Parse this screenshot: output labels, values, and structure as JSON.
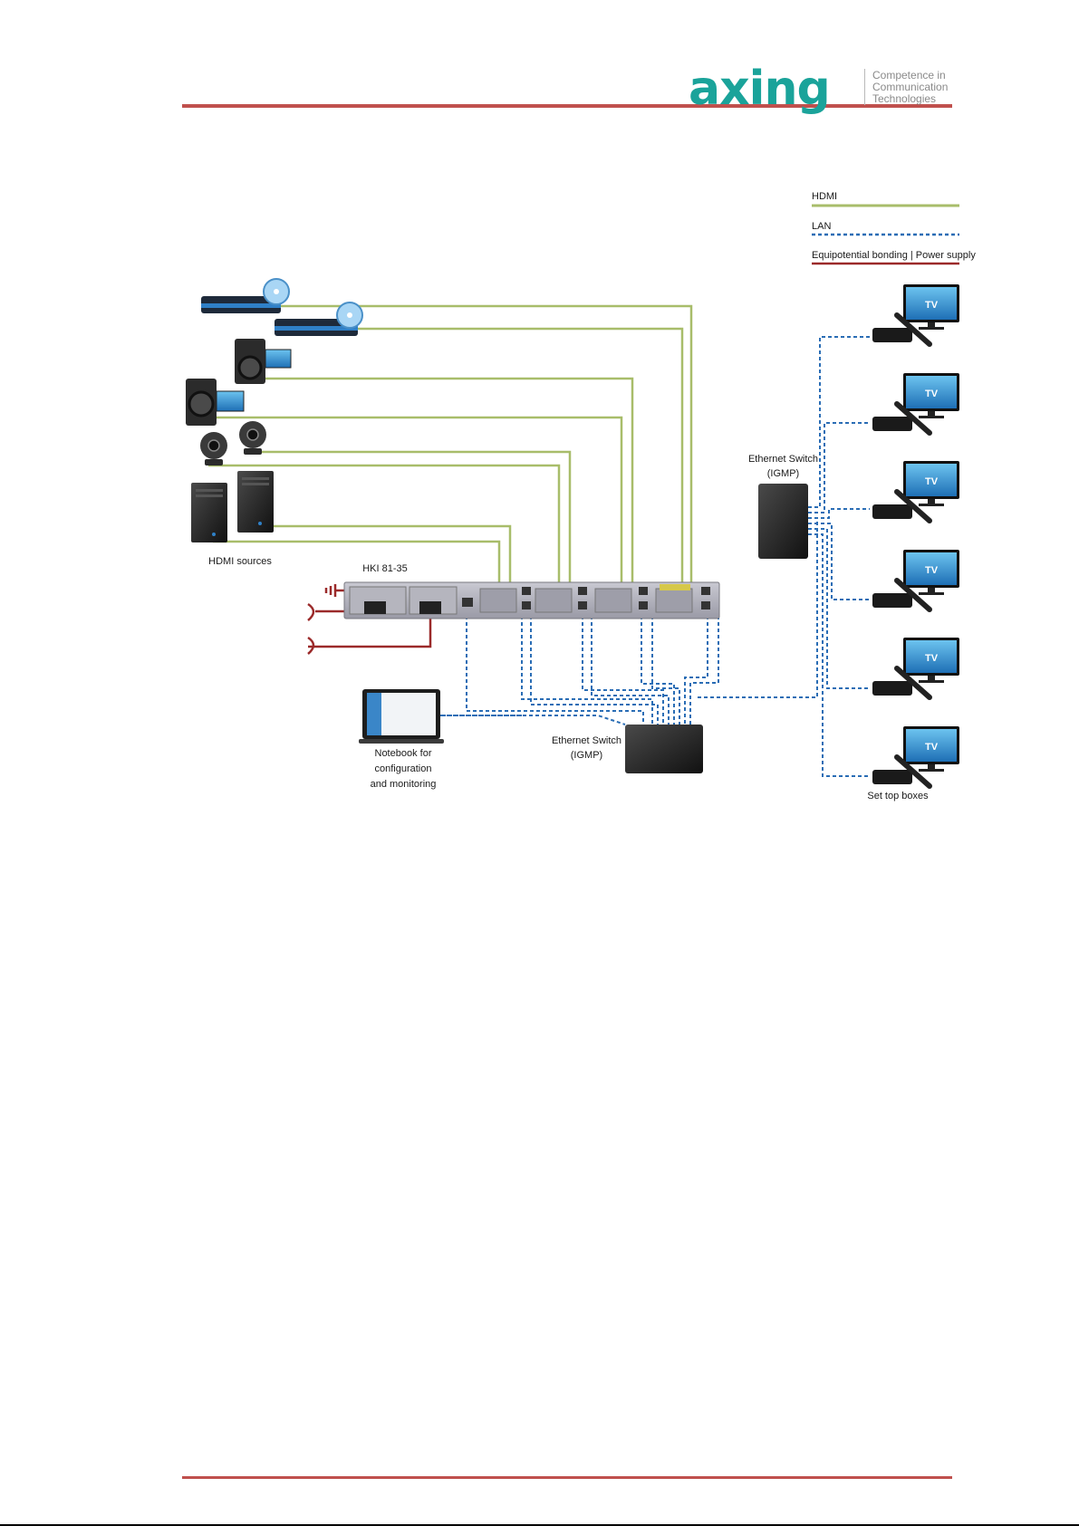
{
  "header": {
    "logo_text": "axing",
    "tagline": [
      "Competence in",
      "Communication",
      "Technologies"
    ]
  },
  "legend": {
    "hdmi": "HDMI",
    "lan": "LAN",
    "power": "Equipotential bonding | Power supply"
  },
  "labels": {
    "hdmi_sources": "HDMI sources",
    "device": "HKI 81-35",
    "notebook": [
      "Notebook for",
      "configuration",
      "and monitoring"
    ],
    "switch_bottom": [
      "Ethernet Switch",
      "(IGMP)"
    ],
    "switch_right": [
      "Ethernet Switch",
      "(IGMP)"
    ],
    "set_top_boxes": "Set top boxes",
    "tv": "TV"
  },
  "colors": {
    "brand": "#1aa39a",
    "rule": "#c0504d",
    "hdmi_line": "#a8bd6a",
    "lan_line": "#2a6db5",
    "power_line": "#9b2a2a"
  }
}
